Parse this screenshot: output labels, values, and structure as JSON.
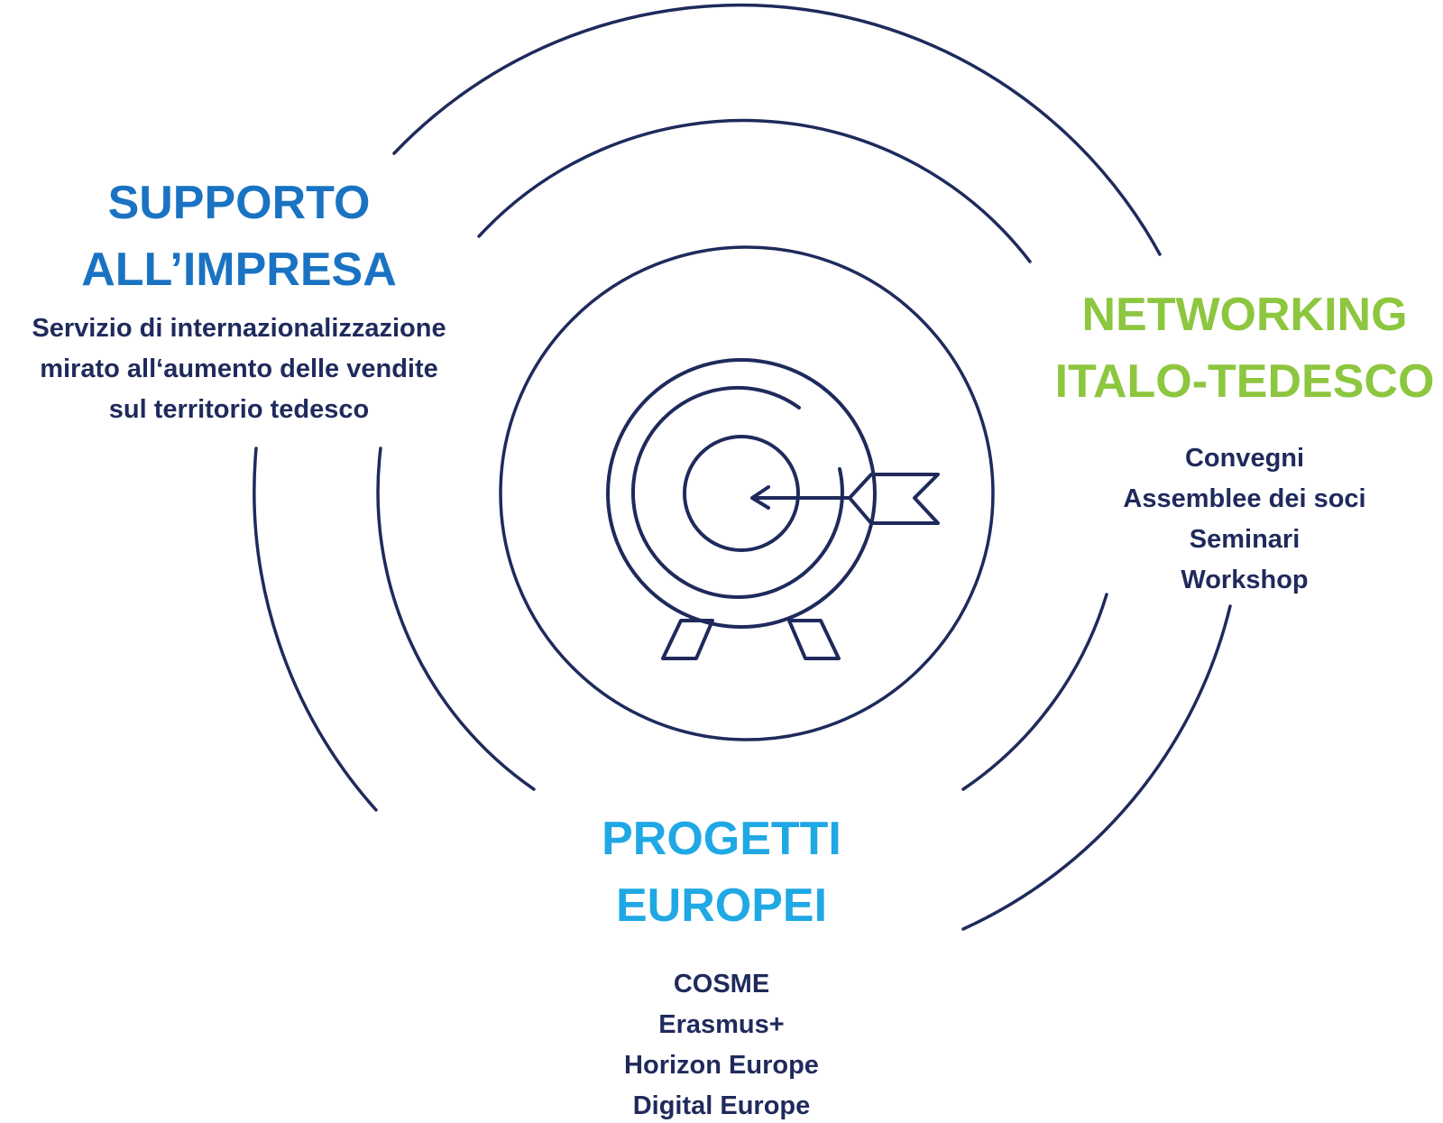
{
  "colors": {
    "ring": "#1f2a5c",
    "supporto": "#1a73c2",
    "networking": "#8dc63f",
    "progetti": "#1fa8e4",
    "text": "#1f2a5c"
  },
  "icons": {
    "center": "target-arrow-icon"
  },
  "supporto": {
    "title_line1": "SUPPORTO",
    "title_line2": "ALL’IMPRESA",
    "desc_line1": "Servizio di internazionalizzazione",
    "desc_line2": "mirato all‘aumento delle vendite",
    "desc_line3": "sul territorio tedesco"
  },
  "networking": {
    "title_line1": "NETWORKING",
    "title_line2": "ITALO-TEDESCO",
    "items": [
      "Convegni",
      "Assemblee dei soci",
      "Seminari",
      "Workshop"
    ]
  },
  "progetti": {
    "title_line1": "PROGETTI",
    "title_line2": "EUROPEI",
    "items": [
      "COSME",
      "Erasmus+",
      "Horizon Europe",
      "Digital Europe"
    ]
  }
}
